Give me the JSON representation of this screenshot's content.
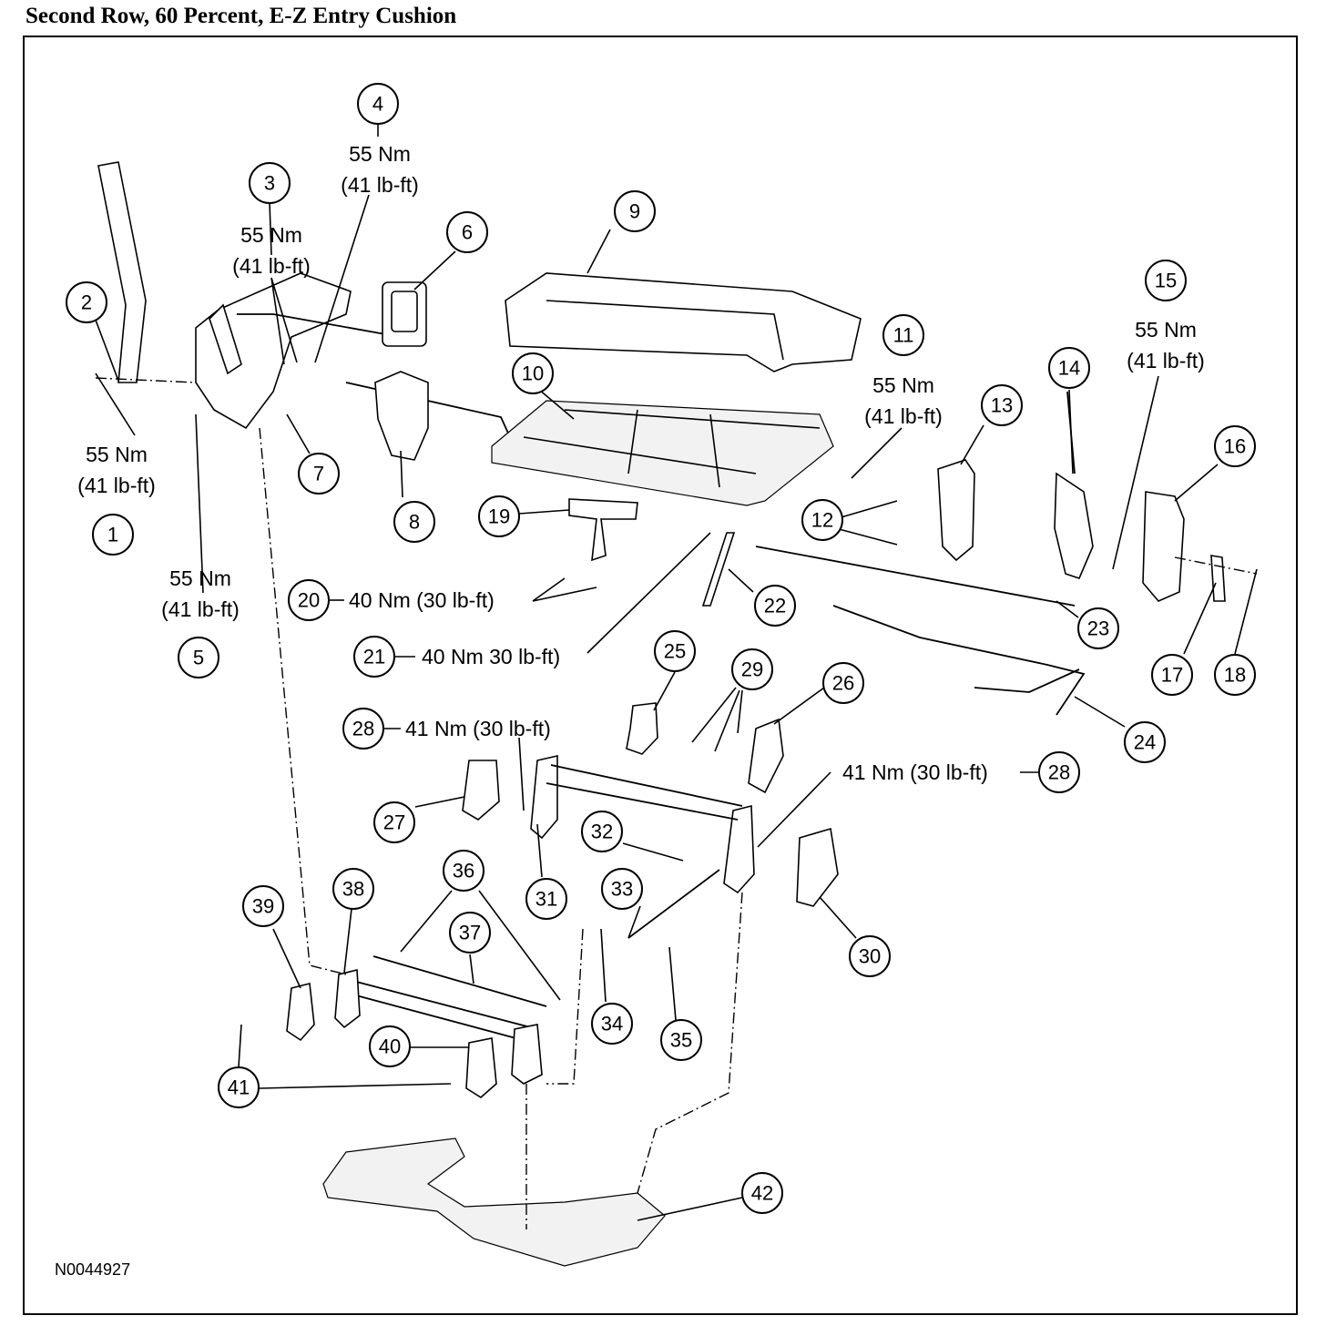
{
  "title": "Second Row, 60 Percent, E-Z Entry Cushion",
  "figure_code": "N0044927",
  "callouts": {
    "c1": "1",
    "c2": "2",
    "c3": "3",
    "c4": "4",
    "c5": "5",
    "c6": "6",
    "c7": "7",
    "c8": "8",
    "c9": "9",
    "c10": "10",
    "c11": "11",
    "c12": "12",
    "c13": "13",
    "c14": "14",
    "c15": "15",
    "c16": "16",
    "c17": "17",
    "c18": "18",
    "c19": "19",
    "c20": "20",
    "c21": "21",
    "c22": "22",
    "c23": "23",
    "c24": "24",
    "c25": "25",
    "c26": "26",
    "c27": "27",
    "c28a": "28",
    "c28b": "28",
    "c29": "29",
    "c30": "30",
    "c31": "31",
    "c32": "32",
    "c33": "33",
    "c34": "34",
    "c35": "35",
    "c36": "36",
    "c37": "37",
    "c38": "38",
    "c39": "39",
    "c40": "40",
    "c41": "41",
    "c42": "42"
  },
  "torque": {
    "t1_nm": "55 Nm",
    "t1_lbft": "(41 lb-ft)",
    "t3_nm": "55 Nm",
    "t3_lbft": "(41 lb-ft)",
    "t4_nm": "55 Nm",
    "t4_lbft": "(41 lb-ft)",
    "t5_nm": "55 Nm",
    "t5_lbft": "(41 lb-ft)",
    "t11_nm": "55 Nm",
    "t11_lbft": "(41 lb-ft)",
    "t15_nm": "55 Nm",
    "t15_lbft": "(41 lb-ft)",
    "t20": "40 Nm (30 lb-ft)",
    "t21": "40 Nm 30 lb-ft)",
    "t28a": "41 Nm (30 lb-ft)",
    "t28b": "41 Nm (30 lb-ft)"
  }
}
